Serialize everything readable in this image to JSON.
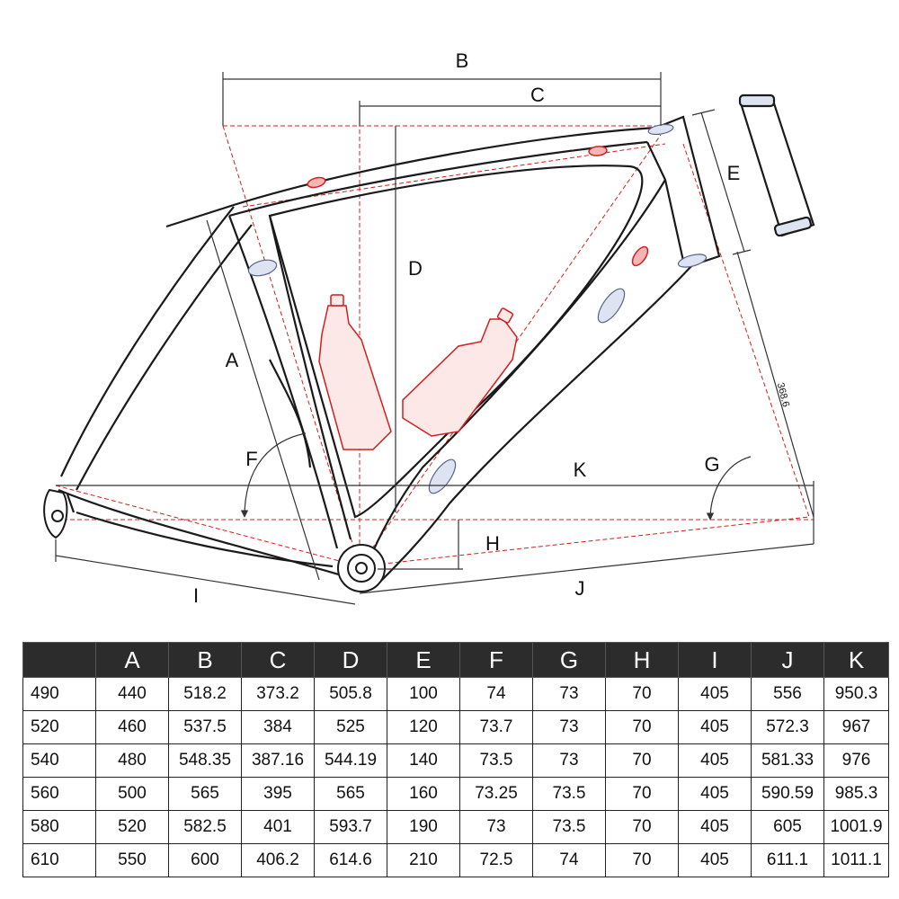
{
  "diagram": {
    "labels": {
      "A": "A",
      "B": "B",
      "C": "C",
      "D": "D",
      "E": "E",
      "F": "F",
      "G": "G",
      "H": "H",
      "I": "I",
      "J": "J",
      "K": "K"
    },
    "fork_dimension": "368.6",
    "colors": {
      "frame": "#1a1a1a",
      "guide": "#d11f1f",
      "dimension": "#333333"
    }
  },
  "table": {
    "headers": [
      "",
      "A",
      "B",
      "C",
      "D",
      "E",
      "F",
      "G",
      "H",
      "I",
      "J",
      "K"
    ],
    "rows": [
      [
        "490",
        "440",
        "518.2",
        "373.2",
        "505.8",
        "100",
        "74",
        "73",
        "70",
        "405",
        "556",
        "950.3"
      ],
      [
        "520",
        "460",
        "537.5",
        "384",
        "525",
        "120",
        "73.7",
        "73",
        "70",
        "405",
        "572.3",
        "967"
      ],
      [
        "540",
        "480",
        "548.35",
        "387.16",
        "544.19",
        "140",
        "73.5",
        "73",
        "70",
        "405",
        "581.33",
        "976"
      ],
      [
        "560",
        "500",
        "565",
        "395",
        "565",
        "160",
        "73.25",
        "73.5",
        "70",
        "405",
        "590.59",
        "985.3"
      ],
      [
        "580",
        "520",
        "582.5",
        "401",
        "593.7",
        "190",
        "73",
        "73.5",
        "70",
        "405",
        "605",
        "1001.9"
      ],
      [
        "610",
        "550",
        "600",
        "406.2",
        "614.6",
        "210",
        "72.5",
        "74",
        "70",
        "405",
        "611.1",
        "1011.1"
      ]
    ]
  }
}
